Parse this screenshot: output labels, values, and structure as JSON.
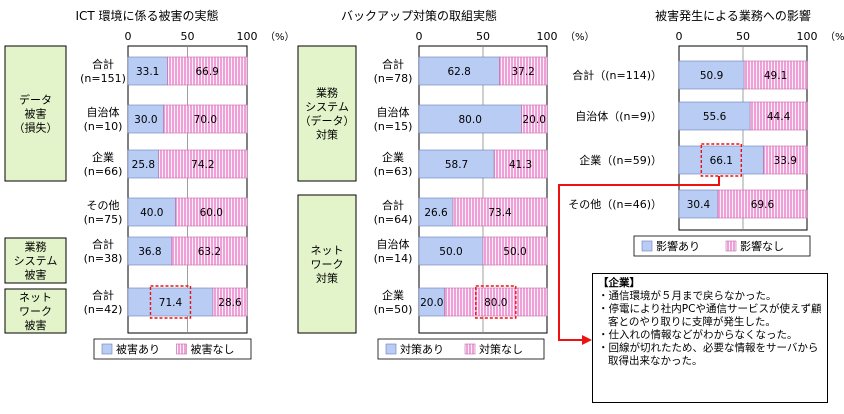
{
  "colors": {
    "damage_yes": "#b8ccf4",
    "damage_no": "#f0a0d8",
    "green_box": "#e3f4ca",
    "highlight": "#ee1111"
  },
  "chart_data": [
    {
      "type": "bar",
      "orientation": "horizontal-stacked-100",
      "title": "ICT 環境に係る被害の実態",
      "axis_unit": "（%）",
      "ticks": [
        0,
        50,
        100
      ],
      "tick_labels": [
        "0",
        "50",
        "100"
      ],
      "groups": [
        {
          "label": "データ\n被害\n（損失）",
          "rows": [
            0,
            1,
            2,
            3
          ]
        },
        {
          "label": "業務\nシステム\n被害",
          "rows": [
            4
          ]
        },
        {
          "label": "ネット\nワーク\n被害",
          "rows": [
            5
          ]
        }
      ],
      "categories": [
        "合計\n(n=151)",
        "自治体\n(n=10)",
        "企業\n(n=66)",
        "その他\n(n=75)",
        "合計\n(n=38)",
        "合計\n(n=42)"
      ],
      "series": [
        {
          "name": "被害あり",
          "values": [
            33.1,
            30.0,
            25.8,
            40.0,
            36.8,
            71.4
          ]
        },
        {
          "name": "被害なし",
          "values": [
            66.9,
            70.0,
            74.2,
            60.0,
            63.2,
            28.6
          ]
        }
      ],
      "value_labels": [
        [
          "33.1",
          "30.0",
          "25.8",
          "40.0",
          "36.8",
          "71.4"
        ],
        [
          "66.9",
          "70.0",
          "74.2",
          "60.0",
          "63.2",
          "28.6"
        ]
      ],
      "legend": [
        "被害あり",
        "被害なし"
      ]
    },
    {
      "type": "bar",
      "orientation": "horizontal-stacked-100",
      "title": "バックアップ対策の取組実態",
      "axis_unit": "（%）",
      "ticks": [
        0,
        50,
        100
      ],
      "tick_labels": [
        "0",
        "50",
        "100"
      ],
      "groups": [
        {
          "label": "業務\nシステム\n（データ）\n対策",
          "rows": [
            0,
            1,
            2
          ]
        },
        {
          "label": "ネット\nワーク\n対策",
          "rows": [
            3,
            4,
            5
          ]
        }
      ],
      "categories": [
        "合計\n(n=78)",
        "自治体\n(n=15)",
        "企業\n(n=63)",
        "合計\n(n=64)",
        "自治体\n(n=14)",
        "企業\n(n=50)"
      ],
      "series": [
        {
          "name": "対策あり",
          "values": [
            62.8,
            80.0,
            58.7,
            26.6,
            50.0,
            20.0
          ]
        },
        {
          "name": "対策なし",
          "values": [
            37.2,
            20.0,
            41.3,
            73.4,
            50.0,
            80.0
          ]
        }
      ],
      "value_labels": [
        [
          "62.8",
          "80.0",
          "58.7",
          "26.6",
          "50.0",
          "20.0"
        ],
        [
          "37.2",
          "20.0",
          "41.3",
          "73.4",
          "50.0",
          "80.0"
        ]
      ],
      "legend": [
        "対策あり",
        "対策なし"
      ]
    },
    {
      "type": "bar",
      "orientation": "horizontal-stacked-100",
      "title": "被害発生による業務への影響",
      "axis_unit": "（%）",
      "ticks": [
        0,
        50,
        100
      ],
      "tick_labels": [
        "0",
        "50",
        "100"
      ],
      "categories": [
        "合計 (n=114)",
        "自治体 (n=9)",
        "企業 (n=59)",
        "その他 (n=46)"
      ],
      "series": [
        {
          "name": "影響あり",
          "values": [
            50.9,
            55.6,
            66.1,
            30.4
          ]
        },
        {
          "name": "影響なし",
          "values": [
            49.1,
            44.4,
            33.9,
            69.6
          ]
        }
      ],
      "value_labels": [
        [
          "50.9",
          "55.6",
          "66.1",
          "30.4"
        ],
        [
          "49.1",
          "44.4",
          "33.9",
          "69.6"
        ]
      ],
      "legend": [
        "影響あり",
        "影響なし"
      ]
    }
  ],
  "callout": {
    "title": "【企業】",
    "items": [
      "通信環境が５月まで戻らなかった。",
      "停電により社内PCや通信サービスが使えず顧客とのやり取りに支障が発生した。",
      "仕入れの情報などがわからなくなった。",
      "回線が切れたため、必要な情報をサーバから取得出来なかった。"
    ]
  }
}
